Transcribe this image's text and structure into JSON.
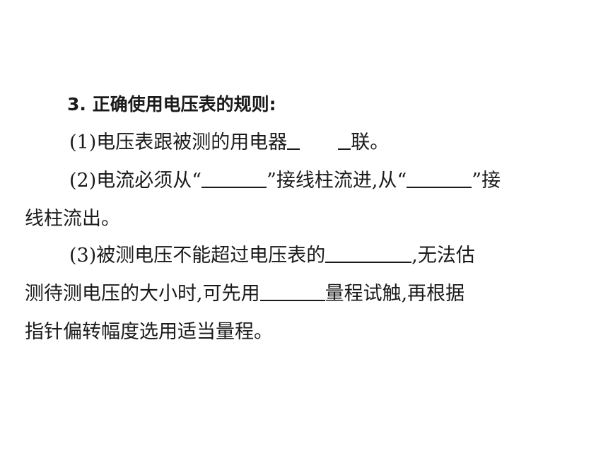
{
  "section": {
    "heading": "3. 正确使用电压表的规则:"
  },
  "items": [
    {
      "num": "(1)",
      "text_before": "电压表跟被测的用电器",
      "text_after": "联。"
    },
    {
      "num": "(2)",
      "text_a": "电流必须从“",
      "text_b": "”接线柱流进,从“",
      "text_c": "”接",
      "continuation": "线柱流出。"
    },
    {
      "num": "(3)",
      "text_a": "被测电压不能超过电压表的",
      "text_b": ",无法估",
      "line2_a": "测待测电压的大小时,可先用",
      "line2_b": "量程试触,再根据",
      "line3": "指针偏转幅度选用适当量程。"
    }
  ]
}
